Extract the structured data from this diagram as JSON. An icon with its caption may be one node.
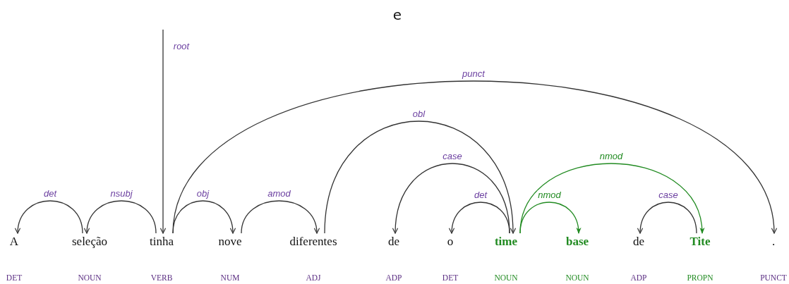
{
  "diagram": {
    "title": "e",
    "nodes": [
      {
        "text": [
          "A"
        ],
        "beside": [
          "DET"
        ]
      },
      {
        "text": [
          "seleção"
        ],
        "beside": [
          "NOUN"
        ]
      },
      {
        "text": [
          "tinha"
        ],
        "beside": [
          "VERB"
        ]
      },
      {
        "text": [
          "nove"
        ],
        "beside": [
          "NUM"
        ]
      },
      {
        "text": [
          "diferentes"
        ],
        "beside": [
          "ADJ"
        ]
      },
      {
        "text": [
          "de"
        ],
        "beside": [
          "ADP"
        ]
      },
      {
        "text": [
          "o"
        ],
        "beside": [
          "DET"
        ]
      },
      {
        "text": [
          "time"
        ],
        "beside": [
          "NOUN"
        ]
      },
      {
        "text": [
          "base"
        ],
        "beside": [
          "NOUN"
        ]
      },
      {
        "text": [
          "de"
        ],
        "beside": [
          "ADP"
        ]
      },
      {
        "text": [
          "Tite"
        ],
        "beside": [
          "PROPN"
        ]
      },
      {
        "text": [
          "."
        ],
        "beside": [
          "PUNCT"
        ]
      }
    ],
    "edges": [
      {
        "from": null,
        "to": 2,
        "arrow": "to",
        "label": "root"
      },
      {
        "from": 1,
        "to": 0,
        "arrow": "to",
        "label": "det"
      },
      {
        "from": 2,
        "to": 1,
        "arrow": "to",
        "label": "nsubj"
      },
      {
        "from": 2,
        "to": 3,
        "arrow": "to",
        "label": "obj"
      },
      {
        "from": 3,
        "to": 4,
        "arrow": "to",
        "label": "amod"
      },
      {
        "from": 4,
        "to": 7,
        "arrow": "to",
        "label": "obl"
      },
      {
        "from": 7,
        "to": 5,
        "arrow": "to",
        "label": "case"
      },
      {
        "from": 7,
        "to": 6,
        "arrow": "to",
        "label": "det"
      },
      {
        "from": 2,
        "to": 11,
        "arrow": "to",
        "label": "punct"
      },
      {
        "from": 7,
        "to": 8,
        "arrow": "to",
        "label": "nmod",
        "color": "#228b22"
      },
      {
        "from": 7,
        "to": 10,
        "arrow": "to",
        "label": "nmod",
        "color": "#228b22"
      },
      {
        "from": 10,
        "to": 9,
        "arrow": "to",
        "label": "case"
      }
    ]
  }
}
